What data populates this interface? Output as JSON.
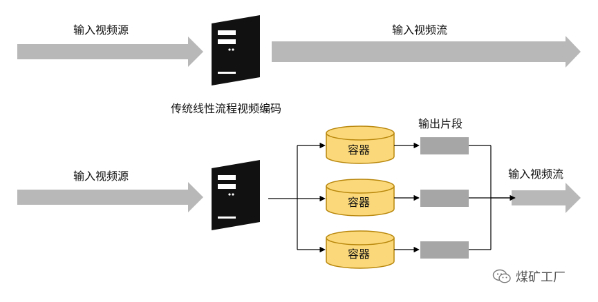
{
  "top_row": {
    "input_label": "输入视频源",
    "output_label": "输入视频流",
    "caption": "传统线性流程视频编码"
  },
  "bottom_row": {
    "input_label": "输入视频源",
    "segments_label": "输出片段",
    "output_label": "输入视频流",
    "containers": [
      {
        "label": "容器"
      },
      {
        "label": "容器"
      },
      {
        "label": "容器"
      }
    ]
  },
  "watermark": {
    "text": "煤矿工厂",
    "icon": "wechat-bubble-icon"
  },
  "colors": {
    "arrow": "#b8b8b8",
    "server": "#111111",
    "container_fill": "#fbd97a",
    "container_stroke": "#b8860b",
    "segment": "#a6a6a6",
    "line": "#000000"
  }
}
